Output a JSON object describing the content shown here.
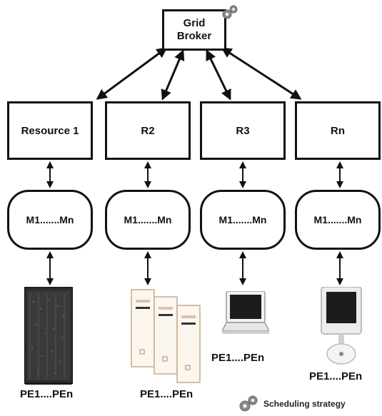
{
  "broker": {
    "line1": "Grid",
    "line2": "Broker",
    "icon": "gears-icon"
  },
  "resources": [
    {
      "label": "Resource 1"
    },
    {
      "label": "R2"
    },
    {
      "label": "R3"
    },
    {
      "label": "Rn"
    }
  ],
  "machines": [
    {
      "label": "M1.......Mn"
    },
    {
      "label": "M1.......Mn"
    },
    {
      "label": "M1.......Mn"
    },
    {
      "label": "M1.......Mn"
    }
  ],
  "processing_elements": [
    {
      "label": "PE1....PEn",
      "device": "rack-server"
    },
    {
      "label": "PE1....PEn",
      "device": "tower-pcs"
    },
    {
      "label": "PE1....PEn",
      "device": "laptop"
    },
    {
      "label": "PE1....PEn",
      "device": "desktop-monitor"
    }
  ],
  "legend": {
    "label": "Scheduling strategy",
    "icon": "gears-icon"
  }
}
